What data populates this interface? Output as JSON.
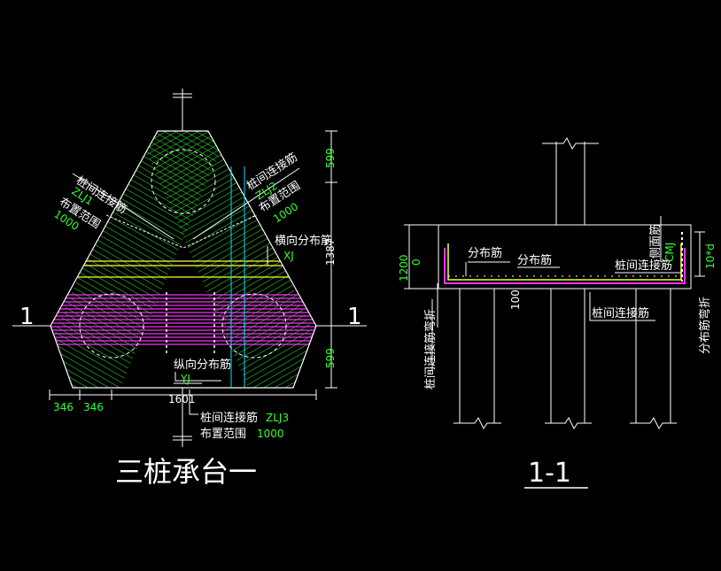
{
  "colors": {
    "background": "#000000",
    "line_white": "#ffffff",
    "hatch_green": "#33ff33",
    "hatch_yellow": "#ffff33",
    "hatch_magenta": "#ff33ff",
    "line_cyan": "#00e5ff",
    "dim_green": "#33ff33"
  },
  "plan": {
    "title": "三桩承台一",
    "section_mark_left": "1",
    "section_mark_right": "1",
    "zlj1_label": "桩间连接筋",
    "zlj1_code": "ZLJ1",
    "zlj1_range_label": "布置范围",
    "zlj1_range_value": "1000",
    "zlj2_label": "桩间连接筋",
    "zlj2_code": "ZLJ2",
    "zlj2_range_label": "布置范围",
    "zlj2_range_value": "1000",
    "xj_label": "横向分布筋",
    "xj_code": "XJ",
    "yj_label": "纵向分布筋",
    "yj_code": "YJ",
    "zlj3_label": "桩间连接筋",
    "zlj3_code": "ZLJ3",
    "zlj3_range_label": "布置范围",
    "zlj3_range_value": "1000",
    "dim_right_top": "599",
    "dim_right_mid": "1387",
    "dim_right_bottom": "599",
    "dim_bottom_1": "346",
    "dim_bottom_2": "346",
    "dim_bottom_total": "1601"
  },
  "section": {
    "title": "1-1",
    "dim_height": "1200",
    "dim_small_a": "0",
    "dim_small_b": "100",
    "label_dist_1": "分布筋",
    "label_dist_2": "分布筋",
    "label_zlj": "桩间连接筋",
    "label_zlj_bottom": "桩间连接筋",
    "label_side_bar": "侧面筋",
    "label_side_code": "CMJ",
    "label_zlj_bend": "桩间连接筋弯折",
    "label_dist_bend": "分布筋弯折",
    "dim_bend": "10*d"
  }
}
